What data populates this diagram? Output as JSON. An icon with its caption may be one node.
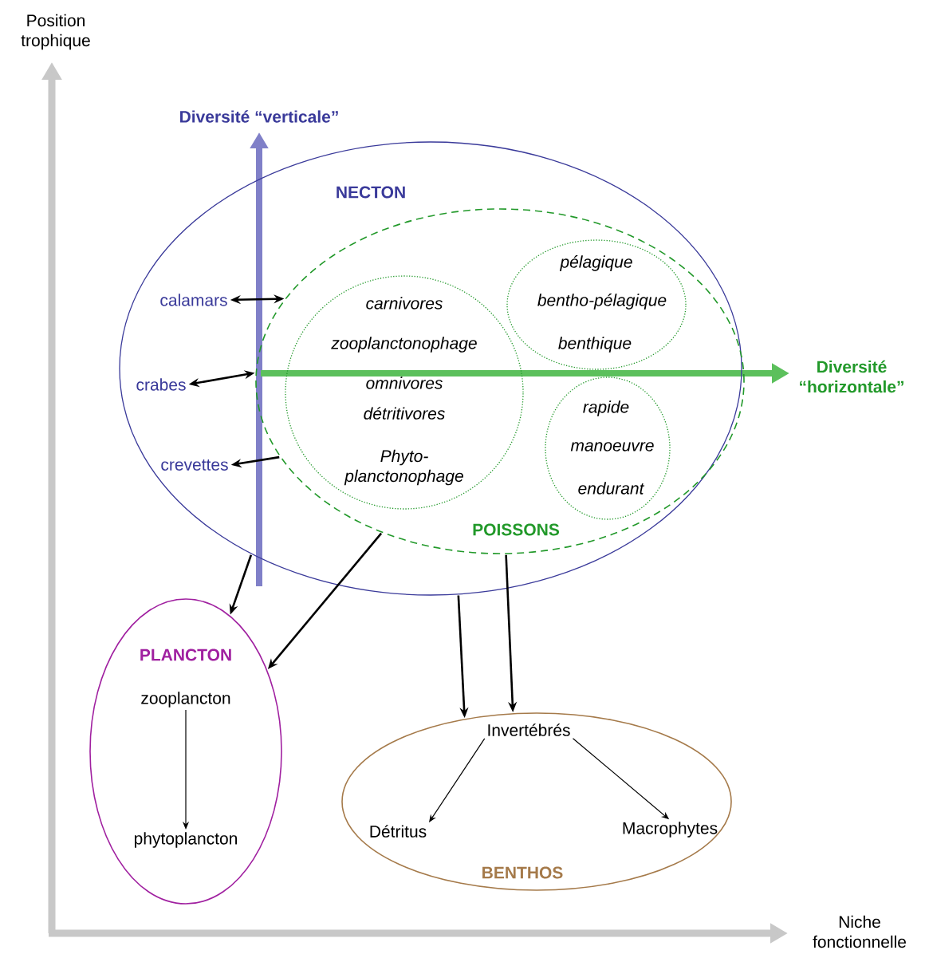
{
  "diagram": {
    "nodes": [
      {
        "text": [
          "NECTON"
        ]
      },
      {
        "text": [
          "POISSONS"
        ],
        "in": 0
      },
      {
        "text": [
          "carnivores",
          "zooplanctonophage",
          "omnivores",
          "détritivores",
          "Phyto- planctonophage"
        ],
        "in": 1
      },
      {
        "text": [
          "pélagique",
          "bentho-pélagique",
          "benthique"
        ],
        "in": 1
      },
      {
        "text": [
          "rapide",
          "manoeuvre",
          "endurant"
        ],
        "in": 1
      },
      {
        "text": [
          "calamars"
        ],
        "in": 0
      },
      {
        "text": [
          "crabes"
        ],
        "in": 0
      },
      {
        "text": [
          "crevettes"
        ],
        "in": 0
      },
      {
        "text": [
          "PLANCTON"
        ]
      },
      {
        "text": [
          "zooplancton"
        ],
        "in": 8
      },
      {
        "text": [
          "phytoplancton"
        ],
        "in": 8
      },
      {
        "text": [
          "BENTHOS"
        ]
      },
      {
        "text": [
          "Invertébrés"
        ],
        "in": 11
      },
      {
        "text": [
          "Détritus"
        ],
        "in": 11
      },
      {
        "text": [
          "Macrophytes"
        ],
        "in": 11
      }
    ],
    "edges": [
      {
        "from": 5,
        "to": 1,
        "arrow": "both"
      },
      {
        "from": 6,
        "to": 1,
        "arrow": "both"
      },
      {
        "from": 1,
        "to": 7,
        "arrow": "to"
      },
      {
        "from": 0,
        "to": 8,
        "arrow": "to"
      },
      {
        "from": 1,
        "to": 8,
        "arrow": "to"
      },
      {
        "from": 0,
        "to": 11,
        "arrow": "to"
      },
      {
        "from": 1,
        "to": 11,
        "arrow": "to"
      },
      {
        "from": 9,
        "to": 10,
        "arrow": "to"
      },
      {
        "from": 12,
        "to": 13,
        "arrow": "to"
      },
      {
        "from": 12,
        "to": 14,
        "arrow": "to"
      }
    ],
    "labels": [
      "Position trophique",
      "Diversité “verticale”",
      "Diversité “horizontale”",
      "Niche fonctionnelle"
    ]
  }
}
